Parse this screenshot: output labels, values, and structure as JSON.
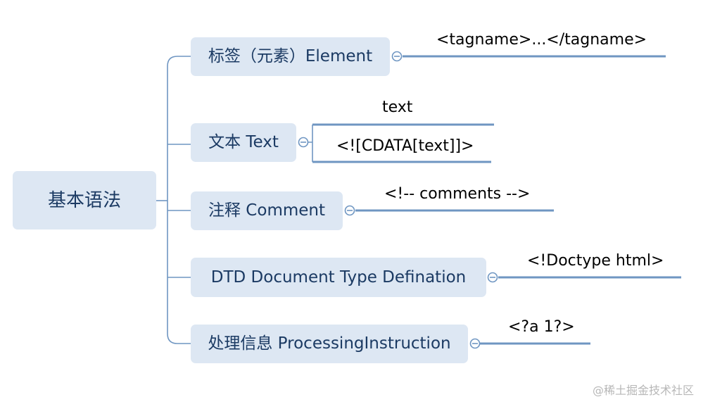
{
  "root": {
    "label": "基本语法"
  },
  "branches": [
    {
      "label": "标签（元素）Element",
      "children": [
        "<tagname>...</tagname>"
      ]
    },
    {
      "label": "文本 Text",
      "children": [
        "text",
        "<![CDATA[text]]>"
      ]
    },
    {
      "label": "注释 Comment",
      "children": [
        "<!-- comments -->"
      ]
    },
    {
      "label": "DTD Document Type Defination",
      "children": [
        "<!Doctype html>"
      ]
    },
    {
      "label": "处理信息 ProcessingInstruction",
      "children": [
        "<?a 1?>"
      ]
    }
  ],
  "watermark": "@稀土掘金技术社区",
  "colors": {
    "node_fill": "#dde7f3",
    "node_text": "#1b3a63",
    "connector": "#6f96c2"
  }
}
